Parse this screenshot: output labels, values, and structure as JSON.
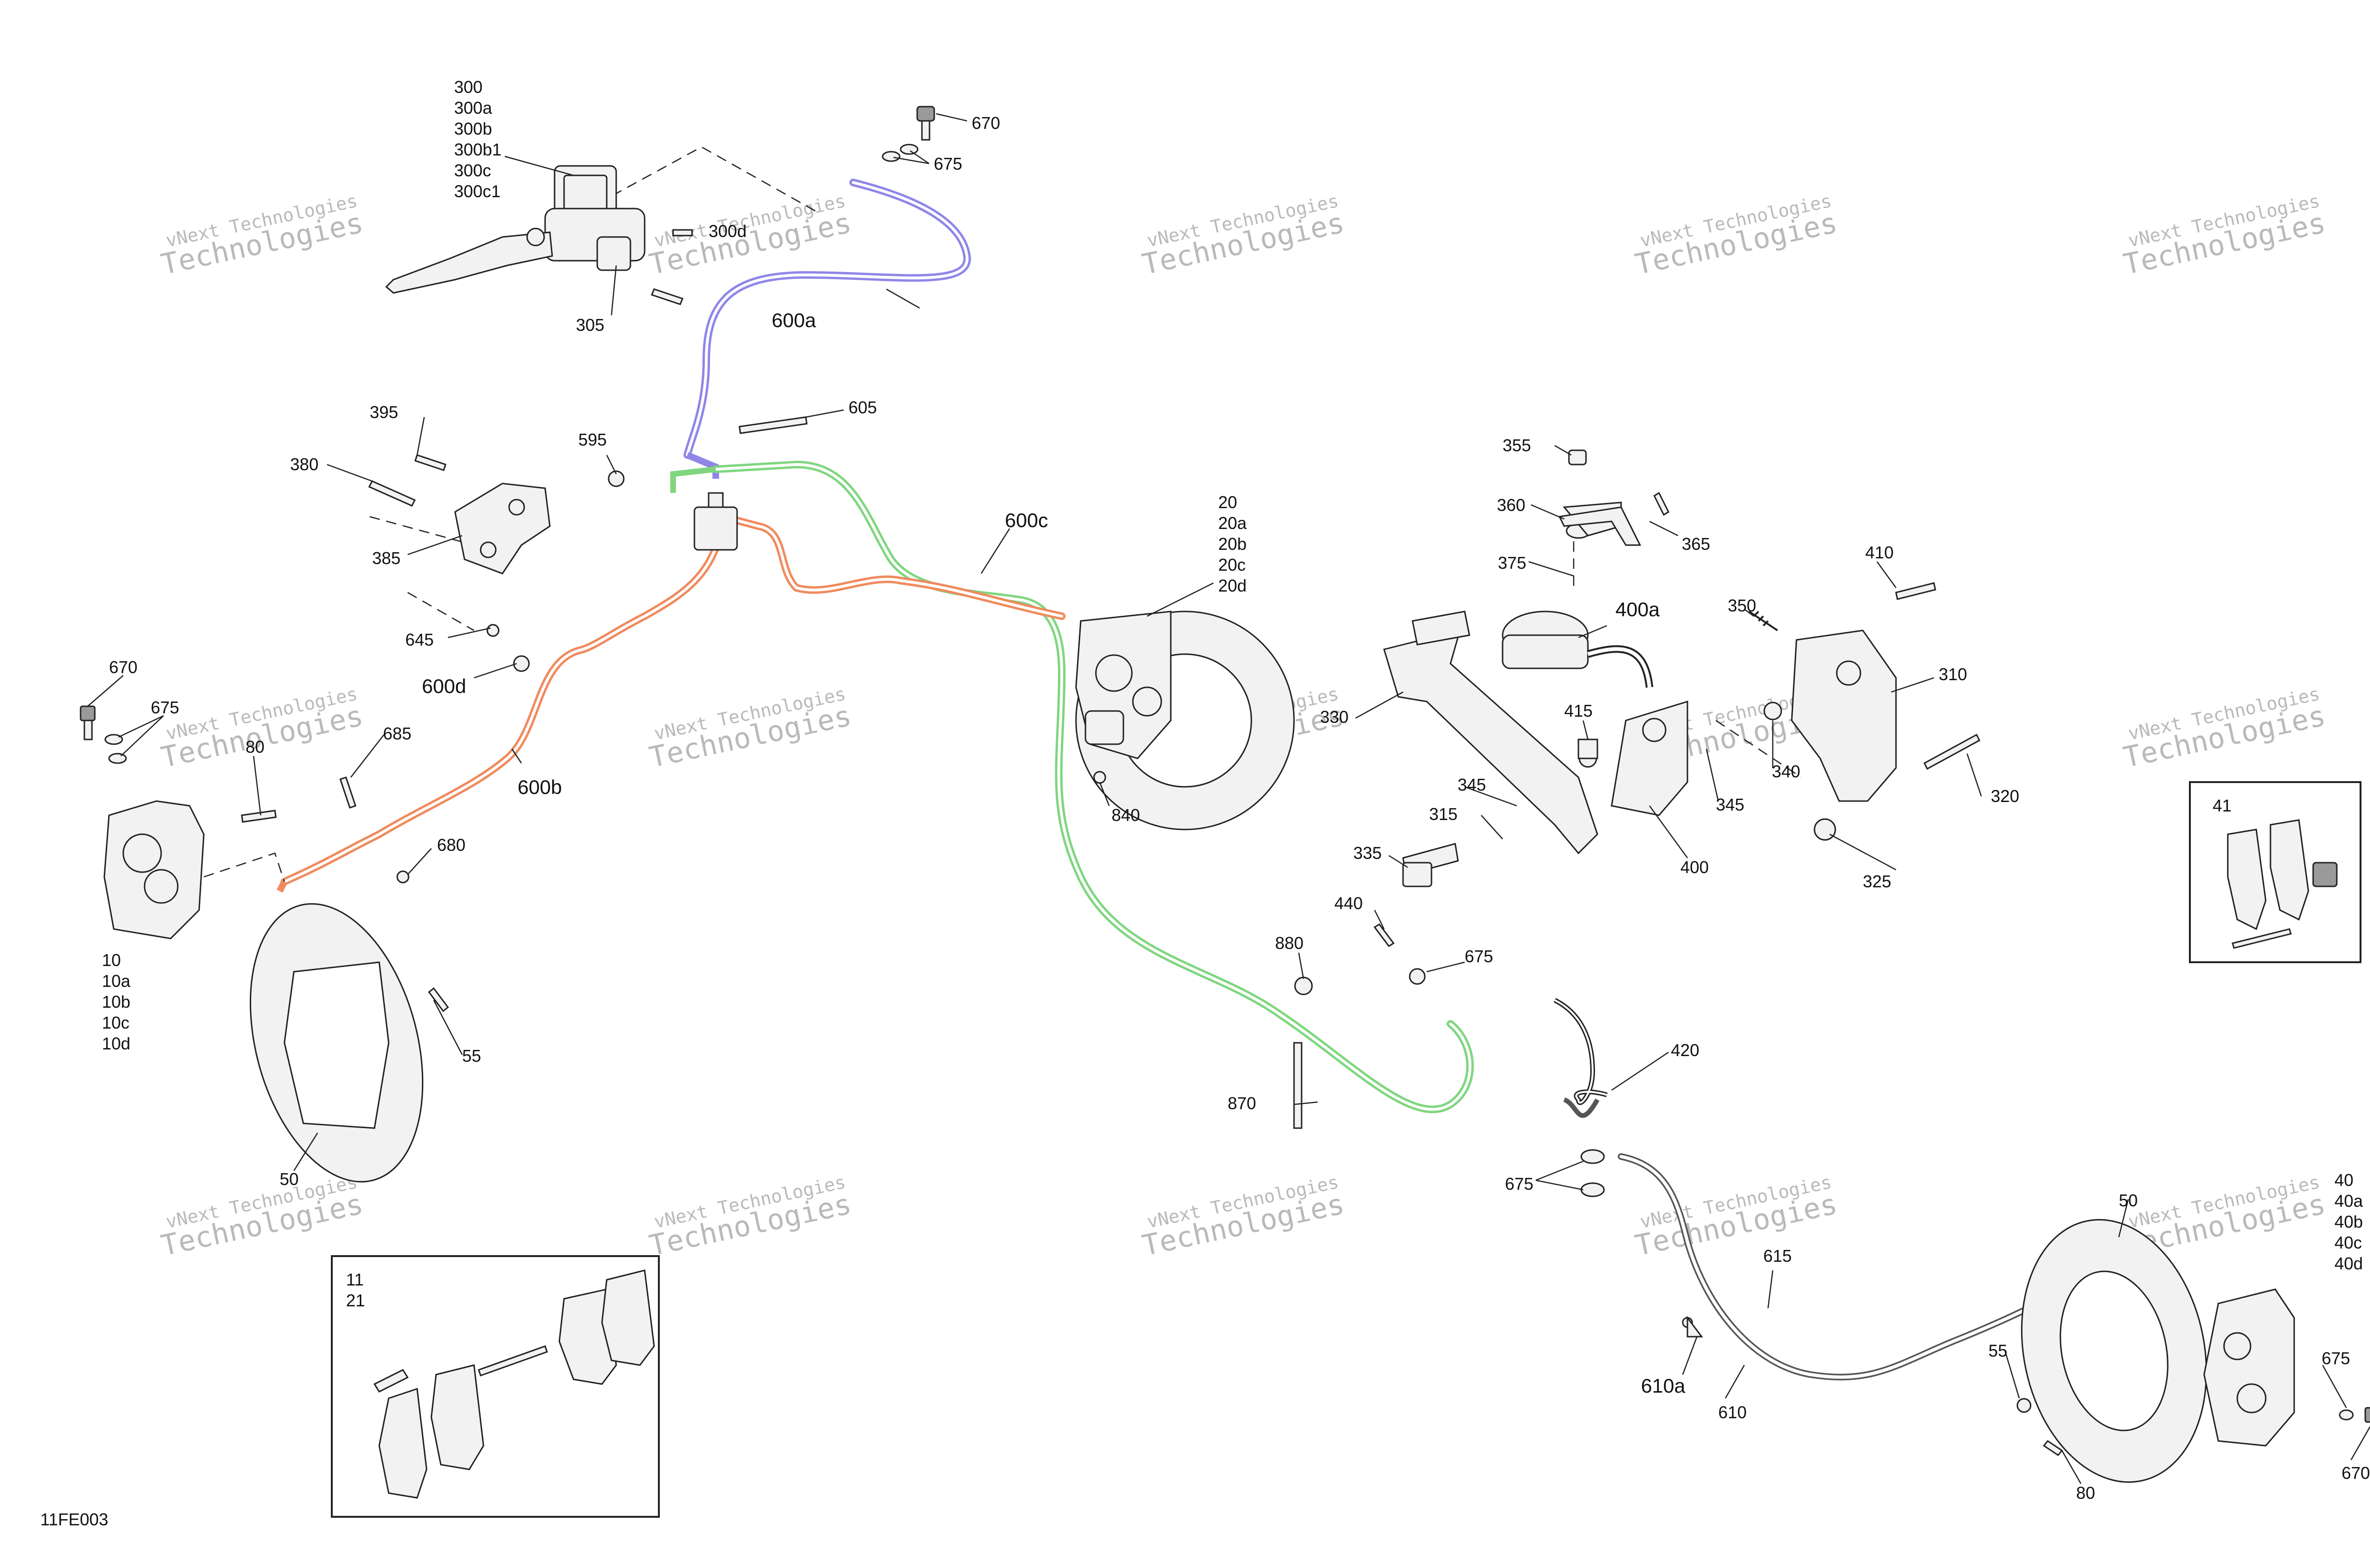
{
  "diagram_code": "11FE003",
  "watermark": {
    "line1": "vNext Technologies",
    "line2": "Technologies",
    "color": "#b9b9b9"
  },
  "colors": {
    "front_upper_line": "#8f86e8",
    "front_lower_line": "#f08a5d",
    "rear_line": "#7fd67f",
    "ink": "#222222"
  },
  "callouts": {
    "c300": "300",
    "c300a": "300a",
    "c300b": "300b",
    "c300b1": "300b1",
    "c300c": "300c",
    "c300c1": "300c1",
    "c300d": "300d",
    "c305": "305",
    "c670a": "670",
    "c675a": "675",
    "c600a": "600a",
    "c395": "395",
    "c380": "380",
    "c385": "385",
    "c595": "595",
    "c605": "605",
    "c645": "645",
    "c600d": "600d",
    "c600b": "600b",
    "c600c": "600c",
    "c670b": "670",
    "c675b": "675",
    "c80a": "80",
    "c685": "685",
    "c680": "680",
    "c10": "10",
    "c10a": "10a",
    "c10b": "10b",
    "c10c": "10c",
    "c10d": "10d",
    "c55a": "55",
    "c50a": "50",
    "c20": "20",
    "c20a": "20a",
    "c20b": "20b",
    "c20c": "20c",
    "c20d": "20d",
    "c840": "840",
    "c880": "880",
    "c870": "870",
    "c440": "440",
    "c675c": "675",
    "c355": "355",
    "c360": "360",
    "c365": "365",
    "c375": "375",
    "c400a": "400a",
    "c350": "350",
    "c410": "410",
    "c310": "310",
    "c330": "330",
    "c415": "415",
    "c340": "340",
    "c345a": "345",
    "c345b": "345",
    "c315": "315",
    "c335": "335",
    "c400": "400",
    "c320": "320",
    "c325": "325",
    "c41": "41",
    "c420": "420",
    "c675d": "675",
    "c615": "615",
    "c610a": "610a",
    "c610": "610",
    "c50b": "50",
    "c40": "40",
    "c40a": "40a",
    "c40b": "40b",
    "c40c": "40c",
    "c40d": "40d",
    "c55b": "55",
    "c675e": "675",
    "c80b": "80",
    "c670c": "670",
    "c11": "11",
    "c21": "21"
  }
}
